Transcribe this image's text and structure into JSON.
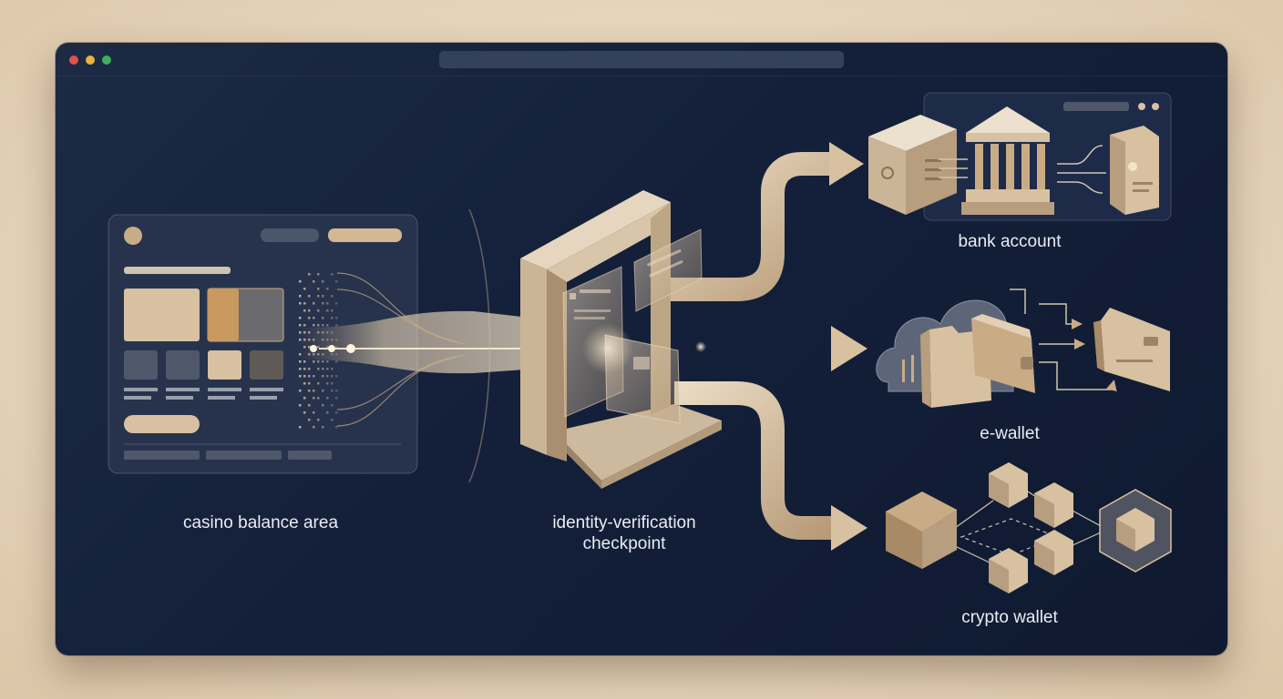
{
  "labels": {
    "source": "casino balance area",
    "checkpoint_line1": "identity-verification",
    "checkpoint_line2": "checkpoint",
    "bank": "bank account",
    "ewallet": "e-wallet",
    "crypto": "crypto wallet"
  },
  "colors": {
    "background": "#e8d8c2",
    "window": "#16223a",
    "accent": "#c9ab86",
    "tan_light": "#e2cfb4",
    "dot_red": "#e0534a",
    "dot_yellow": "#e7b43a",
    "dot_green": "#3fb15a"
  },
  "icons": {
    "bank": "bank-building-icon",
    "safe": "safe-icon",
    "document": "document-icon",
    "cloud": "cloud-icon",
    "folder": "folder-icon",
    "wallet": "wallet-icon",
    "card": "credit-card-icon",
    "crypto": "blockchain-cubes-icon"
  }
}
